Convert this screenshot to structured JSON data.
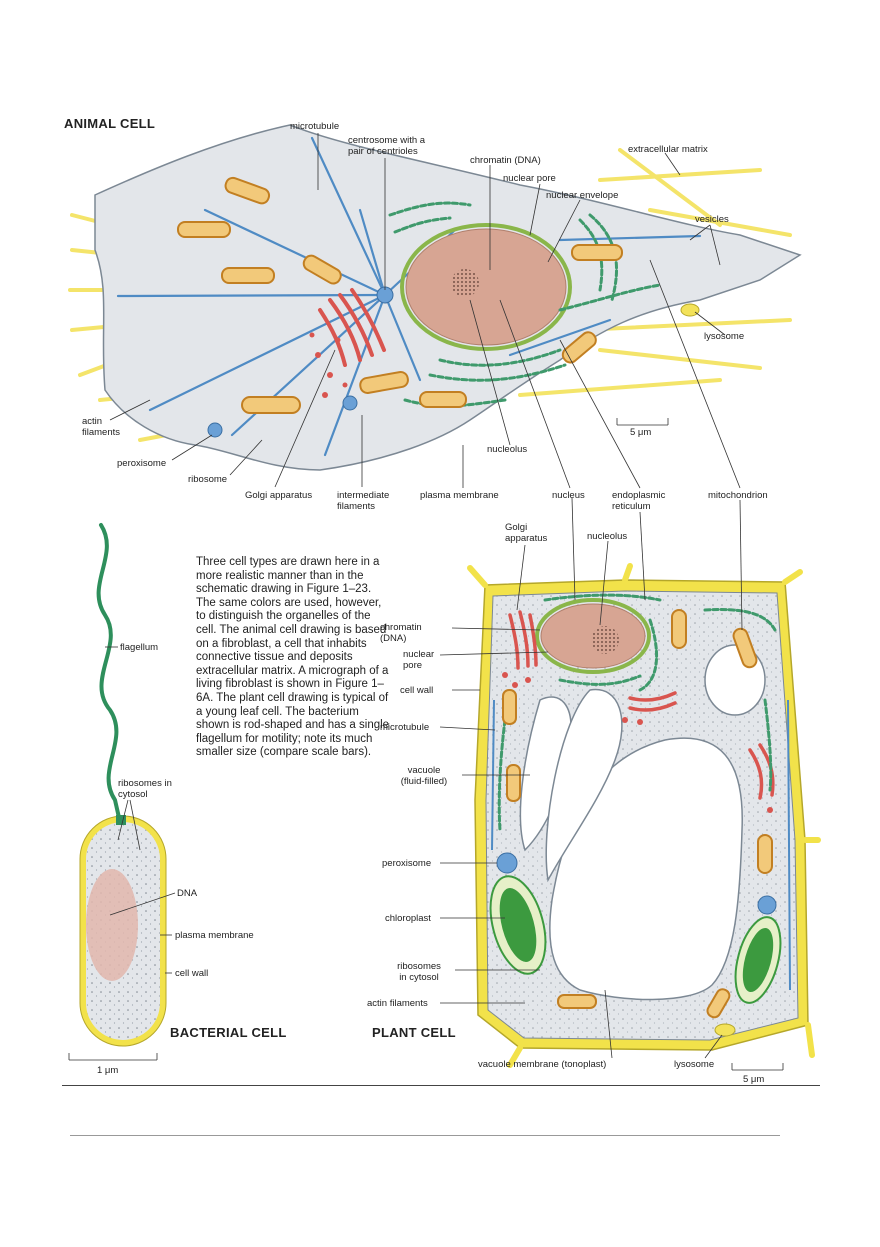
{
  "titles": {
    "animal": "ANIMAL CELL",
    "bacterial": "BACTERIAL CELL",
    "plant": "PLANT CELL"
  },
  "caption": "Three cell types are drawn here in a more realistic manner than in the schematic drawing in Figure 1–23. The same colors are used, however, to distinguish the organelles of the cell. The animal cell drawing is based on a fibroblast, a cell that inhabits connective tissue and deposits extracellular matrix. A micrograph of a living fibroblast is shown in Figure 1–6A. The plant cell drawing is typical of a young leaf cell. The bacterium shown is rod-shaped and has a single flagellum for motility; note its much smaller size (compare scale bars).",
  "animal_labels": {
    "microtubule": "microtubule",
    "centrosome": "centrosome with a\npair of centrioles",
    "chromatin": "chromatin (DNA)",
    "nuclear_pore": "nuclear pore",
    "nuclear_envelope": "nuclear envelope",
    "extracellular_matrix": "extracellular matrix",
    "vesicles": "vesicles",
    "lysosome": "lysosome",
    "scale": "5 μm",
    "actin": "actin\nfilaments",
    "peroxisome": "peroxisome",
    "ribosome": "ribosome",
    "golgi": "Golgi apparatus",
    "intermediate": "intermediate\nfilaments",
    "nucleolus": "nucleolus",
    "plasma_membrane": "plasma membrane",
    "nucleus": "nucleus",
    "er": "endoplasmic\nreticulum",
    "mitochondrion": "mitochondrion"
  },
  "bacterial_labels": {
    "flagellum": "flagellum",
    "ribosomes": "ribosomes in\ncytosol",
    "dna": "DNA",
    "plasma_membrane": "plasma membrane",
    "cell_wall": "cell wall",
    "scale": "1 μm"
  },
  "plant_labels": {
    "golgi": "Golgi\napparatus",
    "nucleolus": "nucleolus",
    "chromatin": "chromatin\n(DNA)",
    "nuclear_pore": "nuclear\npore",
    "cell_wall": "cell wall",
    "microtubule": "microtubule",
    "vacuole": "vacuole\n(fluid-filled)",
    "peroxisome": "peroxisome",
    "chloroplast": "chloroplast",
    "ribosomes": "ribosomes\nin cytosol",
    "actin": "actin filaments",
    "tonoplast": "vacuole membrane (tonoplast)",
    "lysosome": "lysosome",
    "scale": "5 μm"
  },
  "colors": {
    "cytoplasm": "#e3e6ea",
    "nucleus": "#d7a593",
    "mitochondria": "#d9902e",
    "er": "#3f9a6c",
    "golgi": "#d9554f",
    "microtubule": "#4f8bc4",
    "ecm": "#f3e25a",
    "cell_wall": "#f2e24a",
    "chloroplast": "#3c9a3f",
    "flagellum": "#2e8f5c"
  }
}
